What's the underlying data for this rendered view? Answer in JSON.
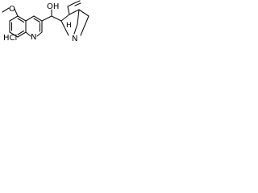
{
  "labels": {
    "salt": "HCl",
    "hydroxyl": "OH",
    "methoxy_oxygen": "O",
    "quinoline_nitrogen": "N",
    "quinuclidine_nitrogen": "N",
    "stereo_hydrogen": "H"
  },
  "colors": {
    "bond": "#111111",
    "text": "#000000",
    "background": "#ffffff"
  }
}
